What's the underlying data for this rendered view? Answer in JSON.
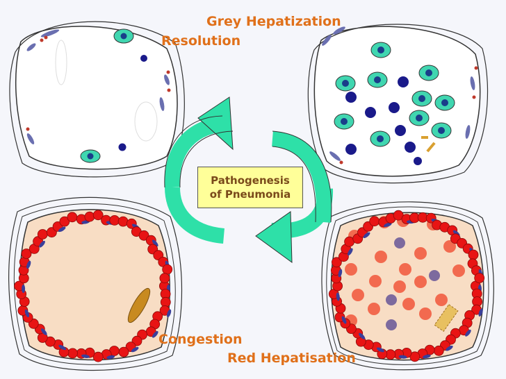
{
  "labels": {
    "grey_hepatization": "Grey Hepatization",
    "resolution": "Resolution",
    "congestion": "Congestion",
    "red_hepatisation": "Red Hepatisation"
  },
  "center": {
    "line1": "Pathogenesis",
    "line2": "of Pneumonia"
  },
  "colors": {
    "label_text": "#e0701a",
    "center_text": "#7a4a1a",
    "center_fill": "#ffff99",
    "arrow": "#2ee0a8",
    "macrophage": "#40d6b0",
    "macrophage_nucleus": "#1a3d8a",
    "neutrophil": "#1a1a8a",
    "rbc": "#e81414",
    "rbc_light": "#f26a4f",
    "exudate": "#f8ddc4",
    "fibrin": "#d9a030",
    "cell_outline": "#333333"
  }
}
